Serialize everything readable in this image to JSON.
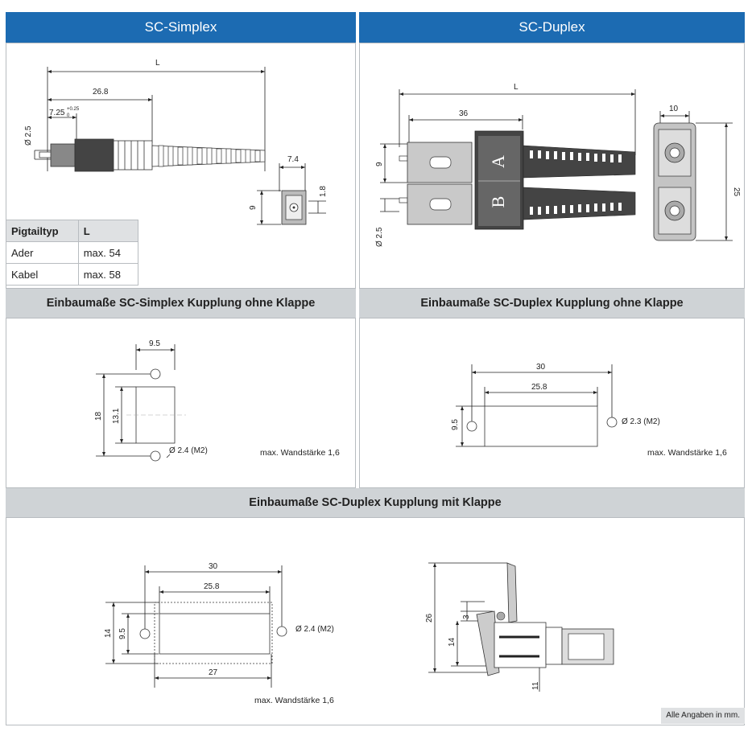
{
  "headers": {
    "sc_simplex": "SC-Simplex",
    "sc_duplex": "SC-Duplex",
    "simplex_mount": "Einbaumaße SC-Simplex Kupplung ohne Klappe",
    "duplex_mount": "Einbaumaße SC-Duplex Kupplung ohne Klappe",
    "duplex_flap": "Einbaumaße SC-Duplex Kupplung mit Klappe"
  },
  "pigtail_table": {
    "headers": [
      "Pigtailtyp",
      "L"
    ],
    "rows": [
      [
        "Ader",
        "max. 54"
      ],
      [
        "Kabel",
        "max. 58"
      ]
    ]
  },
  "simplex_dims": {
    "L": "L",
    "d268": "26.8",
    "d725": "7.25",
    "tol": "+0.25",
    "tol2": "0",
    "phi25": "Ø 2.5",
    "d74": "7.4",
    "d9": "9",
    "d18": "1.8"
  },
  "duplex_dims": {
    "L": "L",
    "d36": "36",
    "d10": "10",
    "d9": "9",
    "phi25": "Ø 2.5",
    "d25": "25",
    "labelA": "A",
    "labelB": "B"
  },
  "simplex_mount_dims": {
    "d95": "9.5",
    "d18": "18",
    "d131": "13.1",
    "hole": "Ø 2.4 (M2)",
    "wall": "max. Wandstärke 1,6"
  },
  "duplex_mount_dims": {
    "d30": "30",
    "d258": "25.8",
    "d95": "9.5",
    "hole": "Ø 2.3 (M2)",
    "wall": "max. Wandstärke 1,6"
  },
  "duplex_flap_dims": {
    "d30": "30",
    "d258": "25.8",
    "d14": "14",
    "d95": "9.5",
    "d27": "27",
    "hole": "Ø 2.4 (M2)",
    "wall": "max. Wandstärke 1,6",
    "d26": "26",
    "d3": "3",
    "d14b": "14",
    "d11": "11"
  },
  "footer": "Alle Angaben in mm."
}
